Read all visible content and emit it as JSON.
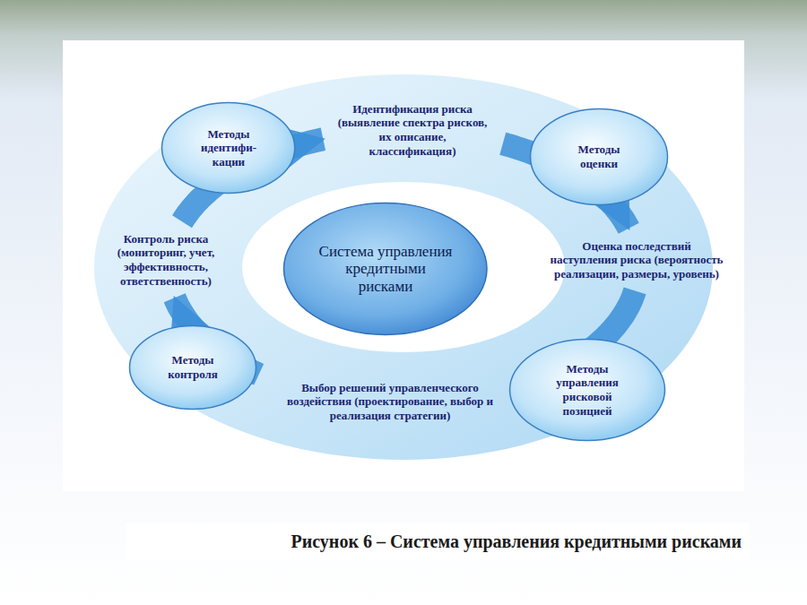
{
  "diagram": {
    "caption": "Рисунок 6 – Система управления кредитными рисками",
    "nodes": [
      {
        "text": [
          "Методы идентифи- кации"
        ]
      },
      {
        "text": [
          "Идентификация риска (выявление спектра рисков, их описание, классификация)"
        ]
      },
      {
        "text": [
          "Методы оценки"
        ]
      },
      {
        "text": [
          "Контроль риска (мониторинг, учет, эффективность, ответственность)"
        ]
      },
      {
        "text": [
          "Система управления кредитными рисками"
        ]
      },
      {
        "text": [
          "Оценка последствий наступления риска (вероятность реализации, размеры, уровень)"
        ]
      },
      {
        "text": [
          "Методы контроля"
        ]
      },
      {
        "text": [
          "Выбор решений управленческого воздействия (проектирование, выбор и реализация стратегии)"
        ]
      },
      {
        "text": [
          "Методы управления рисковой позицией"
        ]
      }
    ],
    "edges": [
      {
        "from": 1,
        "to": 5,
        "arrow": "to"
      },
      {
        "from": 5,
        "to": 7,
        "arrow": "to"
      },
      {
        "from": 7,
        "to": 3,
        "arrow": "to"
      },
      {
        "from": 3,
        "to": 1,
        "arrow": "to"
      }
    ]
  }
}
